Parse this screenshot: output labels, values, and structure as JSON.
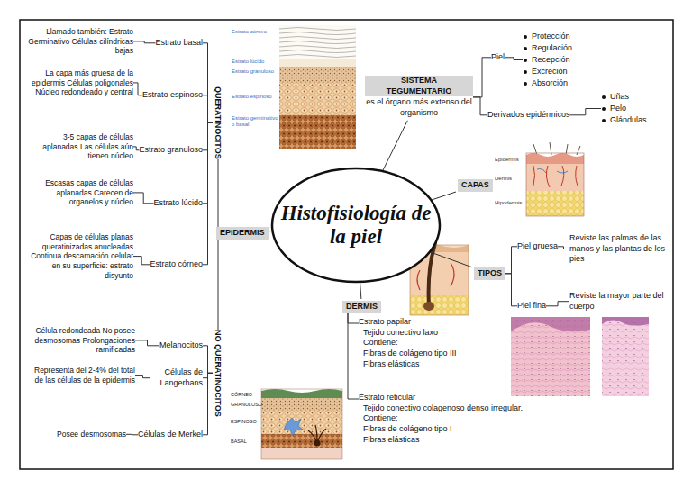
{
  "diagram": {
    "nodes": [
      {
        "text": [
          "Histofisiología de la piel"
        ]
      },
      {
        "text": [
          "SISTEMA TEGUMENTARIO",
          "es el órgano más extenso del organismo"
        ]
      },
      {
        "text": [
          "Piel"
        ]
      },
      {
        "text": [
          "Protección",
          "Regulación",
          "Recepción",
          "Excreción",
          "Absorción"
        ]
      },
      {
        "text": [
          "Derivados epidérmicos"
        ]
      },
      {
        "text": [
          "Uñas",
          "Pelo",
          "Glándulas"
        ]
      },
      {
        "text": [
          "CAPAS"
        ]
      },
      {
        "text": [
          "TIPOS"
        ]
      },
      {
        "text": [
          "Piel gruesa"
        ]
      },
      {
        "text": [
          "Reviste las palmas de las manos y las plantas de los pies"
        ]
      },
      {
        "text": [
          "Piel fina"
        ]
      },
      {
        "text": [
          "Reviste la mayor parte del cuerpo"
        ]
      },
      {
        "text": [
          "DERMIS"
        ]
      },
      {
        "text": [
          "Estrato papilar",
          "Tejido conectivo laxo",
          "Contiene:",
          "Fibras de colágeno tipo III",
          "Fibras elásticas"
        ]
      },
      {
        "text": [
          "Estrato reticular",
          "Tejido conectivo colagenoso denso irregular.",
          "Contiene:",
          "Fibras de colágeno tipo I",
          "Fibras elásticas"
        ]
      },
      {
        "text": [
          "EPIDERMIS"
        ]
      },
      {
        "text": [
          "QUERATINOCITOS"
        ]
      },
      {
        "text": [
          "Estrato basal"
        ]
      },
      {
        "text": [
          "Llamado también: Estrato Germinativo Células cilíndricas bajas"
        ]
      },
      {
        "text": [
          "Estrato espinoso"
        ]
      },
      {
        "text": [
          "La capa más gruesa de la epidermis Células poligonales Núcleo redondeado y central"
        ]
      },
      {
        "text": [
          "Estrato granuloso"
        ]
      },
      {
        "text": [
          "3-5 capas de células aplanadas Las células aún tienen núcleo"
        ]
      },
      {
        "text": [
          "Estrato lúcido"
        ]
      },
      {
        "text": [
          "Escasas capas de células aplanadas Carecen de organelos y núcleo"
        ]
      },
      {
        "text": [
          "Estrato córneo"
        ]
      },
      {
        "text": [
          "Capas de células planas queratinizadas anucleadas Continua descamación celular en su superficie: estrato disyunto"
        ]
      },
      {
        "text": [
          "NO QUERATINOCITOS"
        ]
      },
      {
        "text": [
          "Melanocitos"
        ]
      },
      {
        "text": [
          "Célula redondeada No posee desmosomas Prolongaciones ramificadas"
        ]
      },
      {
        "text": [
          "Células de Langerhans"
        ]
      },
      {
        "text": [
          "Representa del 2-4% del total de las células de la epidermis"
        ]
      },
      {
        "text": [
          "Células de Merkel"
        ]
      },
      {
        "text": [
          "Posee desmosomas"
        ]
      }
    ],
    "edges": [
      {
        "from": 0,
        "to": 1,
        "arrow": "none"
      },
      {
        "from": 1,
        "to": 2,
        "arrow": "none"
      },
      {
        "from": 1,
        "to": 4,
        "arrow": "none"
      },
      {
        "from": 2,
        "to": 3,
        "arrow": "none"
      },
      {
        "from": 4,
        "to": 5,
        "arrow": "none"
      },
      {
        "from": 0,
        "to": 6,
        "arrow": "none"
      },
      {
        "from": 0,
        "to": 7,
        "arrow": "none"
      },
      {
        "from": 7,
        "to": 8,
        "arrow": "none"
      },
      {
        "from": 7,
        "to": 10,
        "arrow": "none"
      },
      {
        "from": 8,
        "to": 9,
        "arrow": "none"
      },
      {
        "from": 10,
        "to": 11,
        "arrow": "none"
      },
      {
        "from": 0,
        "to": 12,
        "arrow": "none"
      },
      {
        "from": 12,
        "to": 13,
        "arrow": "none"
      },
      {
        "from": 12,
        "to": 14,
        "arrow": "none"
      },
      {
        "from": 0,
        "to": 15,
        "arrow": "none"
      },
      {
        "from": 15,
        "to": 16,
        "arrow": "none"
      },
      {
        "from": 15,
        "to": 27,
        "arrow": "none"
      },
      {
        "from": 16,
        "to": 17,
        "arrow": "none"
      },
      {
        "from": 16,
        "to": 19,
        "arrow": "none"
      },
      {
        "from": 16,
        "to": 21,
        "arrow": "none"
      },
      {
        "from": 16,
        "to": 23,
        "arrow": "none"
      },
      {
        "from": 16,
        "to": 25,
        "arrow": "none"
      },
      {
        "from": 17,
        "to": 18,
        "arrow": "none"
      },
      {
        "from": 19,
        "to": 20,
        "arrow": "none"
      },
      {
        "from": 21,
        "to": 22,
        "arrow": "none"
      },
      {
        "from": 23,
        "to": 24,
        "arrow": "none"
      },
      {
        "from": 25,
        "to": 26,
        "arrow": "none"
      },
      {
        "from": 27,
        "to": 28,
        "arrow": "none"
      },
      {
        "from": 27,
        "to": 30,
        "arrow": "none"
      },
      {
        "from": 27,
        "to": 32,
        "arrow": "none"
      },
      {
        "from": 28,
        "to": 29,
        "arrow": "none"
      },
      {
        "from": 30,
        "to": 31,
        "arrow": "none"
      },
      {
        "from": 32,
        "to": 33,
        "arrow": "none"
      }
    ],
    "labels": [
      "Estrato córneo",
      "Estrato lúcido",
      "Estrato granuloso",
      "Estrato espinoso",
      "Estrato germinativo o basal",
      "Epidermis",
      "Dermis",
      "Hipodermis",
      "CÓRNEO",
      "GRANULOSO",
      "ESPINOSO",
      "BASAL"
    ]
  }
}
